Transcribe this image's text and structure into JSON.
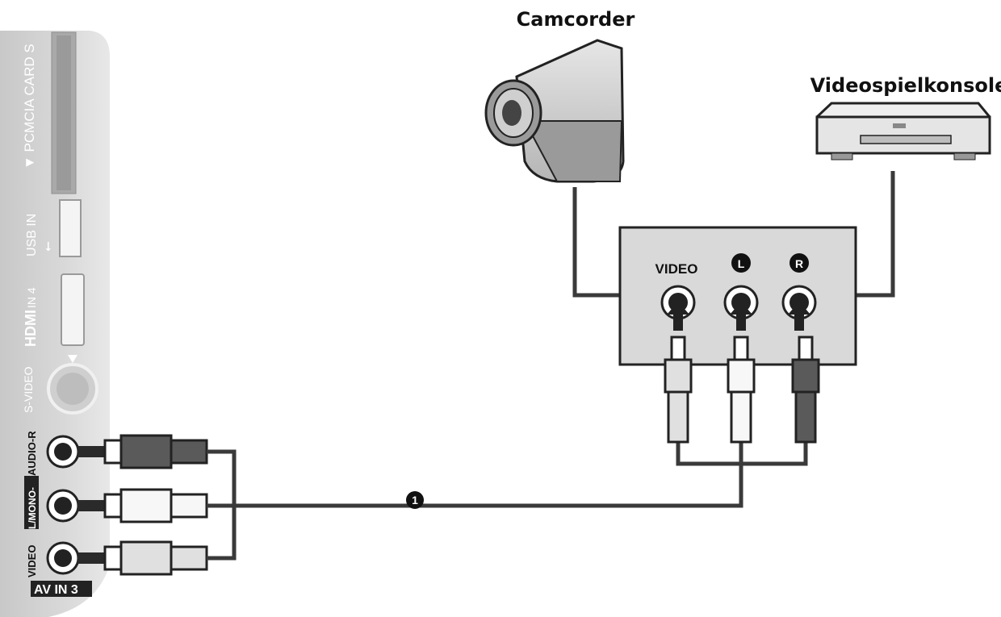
{
  "devices": {
    "camcorder": "Camcorder",
    "console": "Videospielkonsole"
  },
  "tv_panel": {
    "pcmcia": "▼ PCMCIA CARD S",
    "usb": "USB IN",
    "hdmi_logo": "HDMI",
    "hdmi_port": "IN 4",
    "svideo": "S-VIDEO",
    "audio_r": "AUDIO-R",
    "audio_l": "L/MONO-",
    "video": "VIDEO",
    "av_in": "AV IN 3"
  },
  "external_jacks": {
    "video": "VIDEO",
    "left": "L",
    "right": "R"
  },
  "cable_marker": "1",
  "colors": {
    "panel": "#d4d4d4",
    "box": "#d9d9d9",
    "cable": "#3a3a3a",
    "plug_red": "#5a5a5a",
    "plug_white": "#f7f7f7",
    "plug_yellow": "#e0e0e0"
  }
}
